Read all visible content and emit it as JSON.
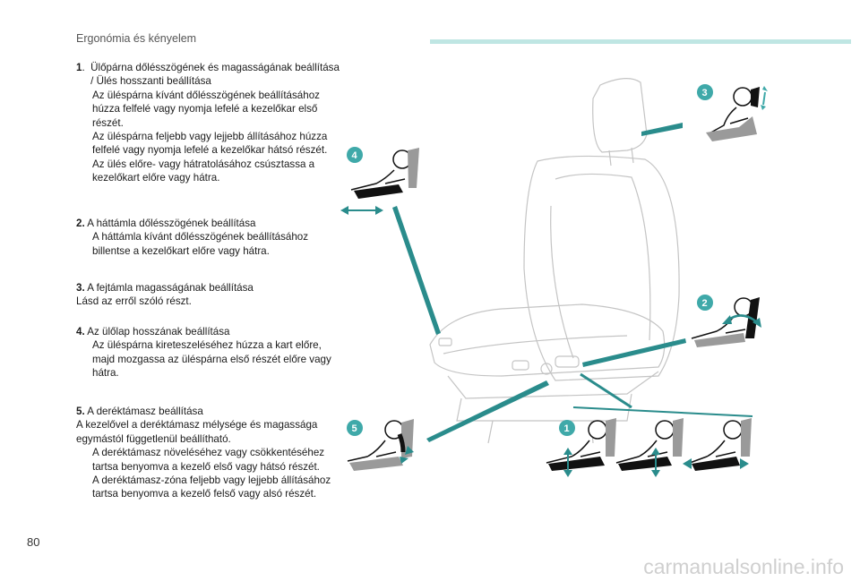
{
  "header": {
    "title": "Ergonómia és kényelem"
  },
  "page_number": "80",
  "watermark": "carmanualsonline.info",
  "sections": {
    "s1": {
      "number": "1",
      "title": "Ülőpárna dőlésszögének és magasságának beállítása / Ülés hosszanti beállítása",
      "bullets": [
        "Az üléspárna kívánt dőlésszögének beállításához húzza felfelé vagy nyomja lefelé a kezelőkar első részét.",
        "Az üléspárna feljebb vagy lejjebb állításához húzza felfelé vagy nyomja lefelé a kezelőkar hátsó részét.",
        "Az ülés előre- vagy hátratolásához csúsztassa a kezelőkart előre vagy hátra."
      ]
    },
    "s2": {
      "number": "2.",
      "title": "A háttámla dőlésszögének beállítása",
      "bullets": [
        "A háttámla kívánt dőlésszögének beállításához billentse a kezelőkart előre vagy hátra."
      ]
    },
    "s3": {
      "number": "3.",
      "title": "A fejtámla magasságának beállítása",
      "text": "Lásd az erről szóló részt."
    },
    "s4": {
      "number": "4.",
      "title": "Az ülőlap hosszának beállítása",
      "bullets": [
        "Az üléspárna kireteszeléséhez húzza a kart előre, majd mozgassa az üléspárna első részét előre vagy hátra."
      ]
    },
    "s5": {
      "number": "5.",
      "title": "A deréktámasz beállítása",
      "text": "A kezelővel a deréktámasz mélysége és magassága egymástól függetlenül beállítható.",
      "bullets": [
        "A deréktámasz növeléséhez vagy csökkentéséhez tartsa benyomva a kezelő első vagy hátsó részét.",
        "A deréktámasz-zóna feljebb vagy lejjebb állításához tartsa benyomva a kezelő felső vagy alsó részét."
      ]
    }
  },
  "bullet_symbol": "",
  "figure": {
    "badges": [
      "1",
      "2",
      "3",
      "4",
      "5"
    ],
    "colors": {
      "teal": "#2a8c8c",
      "badge": "#3fa9a9",
      "seat_grey": "#9a9a9a",
      "line": "#bdbdbd"
    }
  }
}
